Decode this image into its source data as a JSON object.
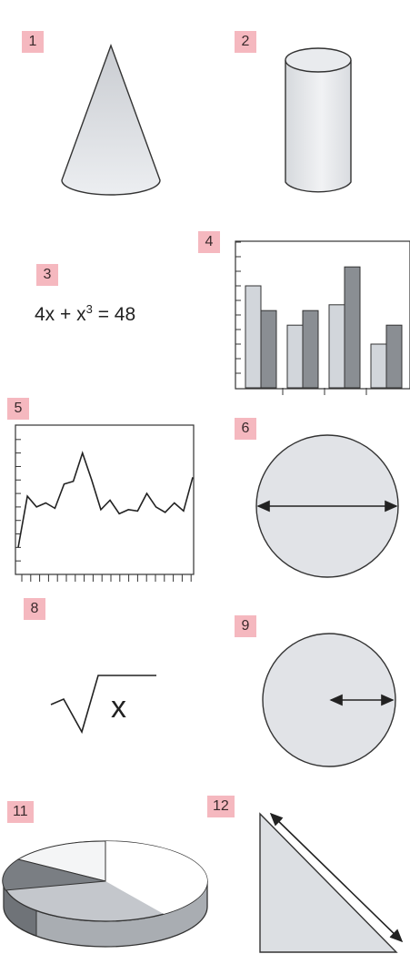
{
  "labels": {
    "n1": "1",
    "n2": "2",
    "n3": "3",
    "n4": "4",
    "n5": "5",
    "n6": "6",
    "n8": "8",
    "n9": "9",
    "n11": "11",
    "n12": "12"
  },
  "equation": {
    "lhs": "4x + x",
    "exponent": "3",
    "rhs": " = 48"
  },
  "sqrt": {
    "variable": "x"
  },
  "colors": {
    "badge": "#f5b8bf",
    "shape_fill": "#e2e4e8",
    "bar_light": "#d2d6db",
    "bar_dark": "#8a8e93"
  },
  "chart_data": [
    {
      "type": "bar",
      "categories": [
        "",
        "",
        "",
        ""
      ],
      "series": [
        {
          "values": [
            7,
            4.3,
            5.7,
            3
          ]
        },
        {
          "values": [
            5.3,
            5.3,
            8.3,
            4.3
          ]
        }
      ],
      "ylim": [
        0,
        10
      ],
      "grid": false
    },
    {
      "type": "line",
      "x": [
        0,
        1,
        2,
        3,
        4,
        5,
        6,
        7,
        8,
        9,
        10,
        11,
        12,
        13,
        14,
        15,
        16,
        17,
        18,
        19
      ],
      "series": [
        {
          "values": [
            2,
            5.8,
            5,
            5.3,
            4.9,
            6.7,
            6.9,
            9,
            7,
            4.8,
            5.5,
            4.5,
            4.8,
            4.7,
            6,
            5,
            4.6,
            5.3,
            4.7,
            7.2
          ]
        }
      ],
      "ylim": [
        0,
        11
      ],
      "grid": false
    }
  ]
}
